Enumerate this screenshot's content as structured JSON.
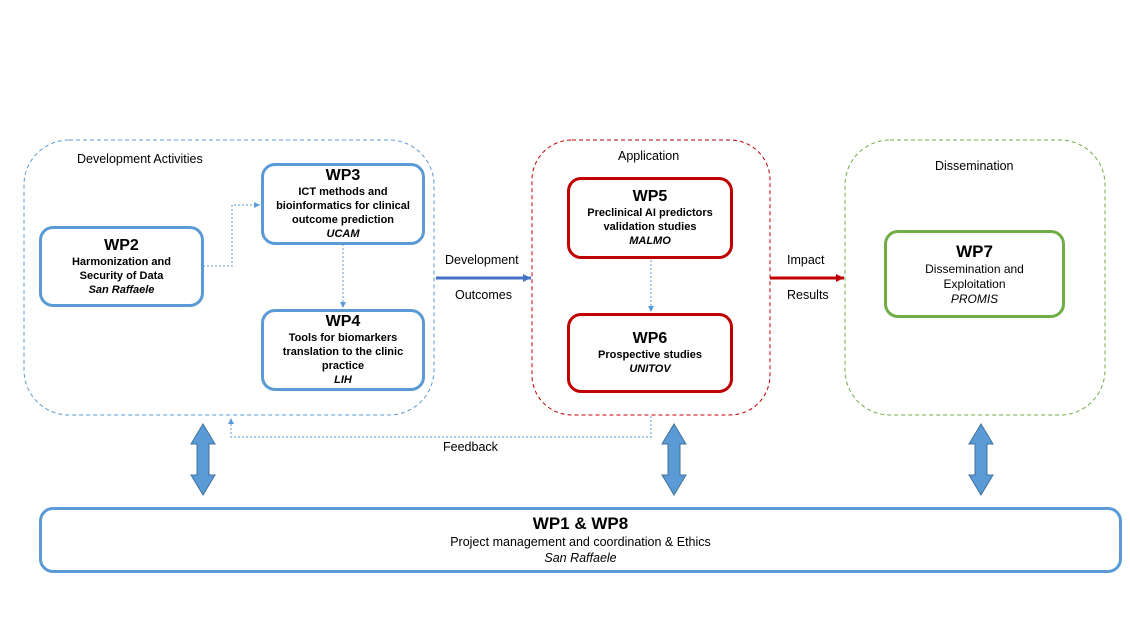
{
  "groups": {
    "development": {
      "label": "Development Activities"
    },
    "application": {
      "label": "Application"
    },
    "dissemination": {
      "label": "Dissemination"
    }
  },
  "work_packages": {
    "wp2": {
      "title": "WP2",
      "description": "Harmonization and Security of Data",
      "lead": "San Raffaele"
    },
    "wp3": {
      "title": "WP3",
      "description": "ICT methods and bioinformatics for clinical outcome prediction",
      "lead": "UCAM"
    },
    "wp4": {
      "title": "WP4",
      "description": "Tools for biomarkers translation to the clinic practice",
      "lead": "LIH"
    },
    "wp5": {
      "title": "WP5",
      "description": "Preclinical AI predictors validation studies",
      "lead": "MALMO"
    },
    "wp6": {
      "title": "WP6",
      "description": "Prospective studies",
      "lead": "UNITOV"
    },
    "wp7": {
      "title": "WP7",
      "description": "Dissemination and Exploitation",
      "lead": "PROMIS"
    }
  },
  "flows": {
    "development_top": "Development",
    "development_bottom": "Outcomes",
    "impact_top": "Impact",
    "impact_bottom": "Results",
    "feedback": "Feedback"
  },
  "management": {
    "title": "WP1 & WP8",
    "description": "Project management and coordination & Ethics",
    "lead": "San Raffaele"
  },
  "colors": {
    "blue": "#5b9bd5",
    "red": "#c00000",
    "green": "#70ad47",
    "dev_arrow": "#4472c4"
  }
}
